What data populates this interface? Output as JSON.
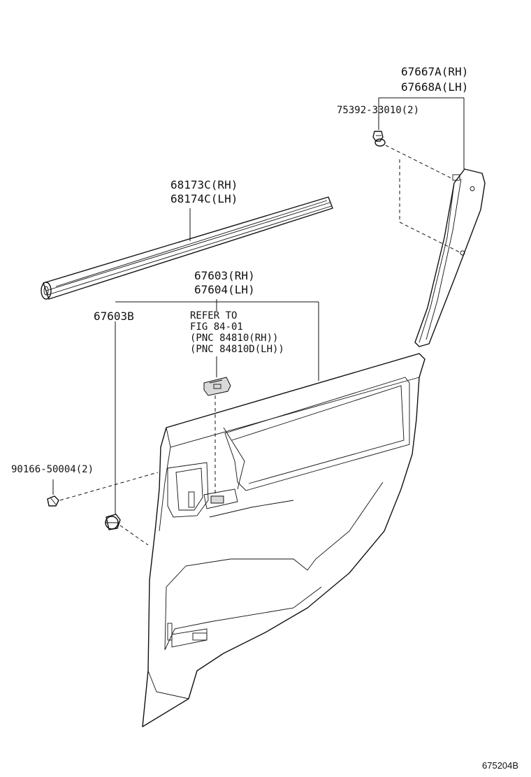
{
  "labels": {
    "garnish_rh": "67667A(RH)",
    "garnish_lh": "67668A(LH)",
    "clip_75392": "75392-33010(2)",
    "weatherstrip_rh": "68173C(RH)",
    "weatherstrip_lh": "68174C(LH)",
    "panel_rh": "67603(RH)",
    "panel_lh": "67604(LH)",
    "clip_67603b": "67603B",
    "refer_line1": "REFER TO",
    "refer_line2": "FIG 84-01",
    "refer_line3": "(PNC 84810(RH))",
    "refer_line4": "(PNC 84810D(LH))",
    "screw_90166": "90166-50004(2)",
    "figure_id": "675204B"
  }
}
